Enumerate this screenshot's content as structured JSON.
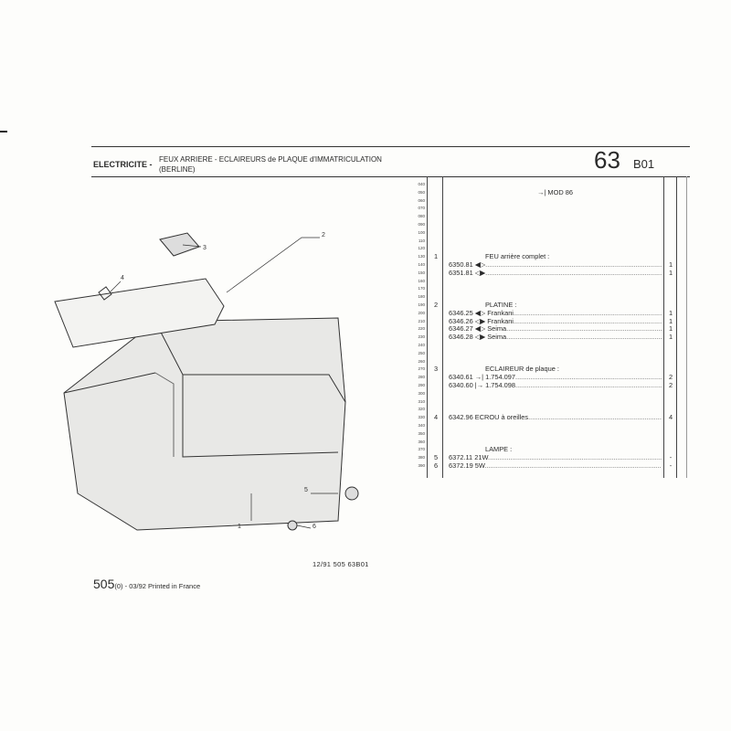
{
  "header": {
    "section": "ELECTRICITE -",
    "title_line1": "FEUX ARRIERE - ECLAIREURS de PLAQUE d'IMMATRICULATION",
    "title_line2": "(BERLINE)",
    "page_number": "63",
    "page_sub": "B01"
  },
  "line_numbers": [
    "040",
    "050",
    "060",
    "070",
    "080",
    "090",
    "100",
    "110",
    "120",
    "130",
    "140",
    "150",
    "160",
    "170",
    "180",
    "190",
    "200",
    "210",
    "220",
    "230",
    "240",
    "250",
    "260",
    "270",
    "280",
    "290",
    "300",
    "310",
    "320",
    "330",
    "340",
    "350",
    "360",
    "370",
    "380",
    "390"
  ],
  "rows": [
    {
      "line": "050",
      "item": "",
      "text": "→| MOD 86",
      "qty": "",
      "center": true
    },
    {
      "line": "130",
      "item": "1",
      "text": "FEU arrière complet :",
      "qty": "",
      "indent": true
    },
    {
      "line": "140",
      "item": "",
      "text": "6350.81 ◀▷",
      "qty": "1",
      "dots": true
    },
    {
      "line": "150",
      "item": "",
      "text": "6351.81 ◁▶",
      "qty": "1",
      "dots": true
    },
    {
      "line": "190",
      "item": "2",
      "text": "PLATINE :",
      "qty": "",
      "indent": true
    },
    {
      "line": "200",
      "item": "",
      "text": "6346.25 ◀▷ Frankani",
      "qty": "1",
      "dots": true
    },
    {
      "line": "210",
      "item": "",
      "text": "6346.26 ◁▶ Frankani",
      "qty": "1",
      "dots": true
    },
    {
      "line": "220",
      "item": "",
      "text": "6346.27 ◀▷ Seima",
      "qty": "1",
      "dots": true
    },
    {
      "line": "230",
      "item": "",
      "text": "6346.28 ◁▶ Seima",
      "qty": "1",
      "dots": true
    },
    {
      "line": "270",
      "item": "3",
      "text": "ECLAIREUR de plaque :",
      "qty": "",
      "indent": true
    },
    {
      "line": "280",
      "item": "",
      "text": "6340.61 →| 1.754.097",
      "qty": "2",
      "dots": true
    },
    {
      "line": "290",
      "item": "",
      "text": "6340.60 |→ 1.754.098",
      "qty": "2",
      "dots": true
    },
    {
      "line": "330",
      "item": "4",
      "text": "6342.96 ECROU à oreilles",
      "qty": "4",
      "dots": true
    },
    {
      "line": "370",
      "item": "",
      "text": "LAMPE :",
      "qty": "",
      "indent": true
    },
    {
      "line": "380",
      "item": "5",
      "text": "6372.11 21W",
      "qty": "-",
      "dots": true
    },
    {
      "line": "390",
      "item": "6",
      "text": "6372.19 5W",
      "qty": "-",
      "dots": true
    }
  ],
  "callouts": [
    "1",
    "2",
    "3",
    "4",
    "5",
    "6"
  ],
  "footer": {
    "ref": "12/91 505 63B01",
    "model": "505",
    "model_sub": "(0) - 03/92 Printed in France"
  }
}
